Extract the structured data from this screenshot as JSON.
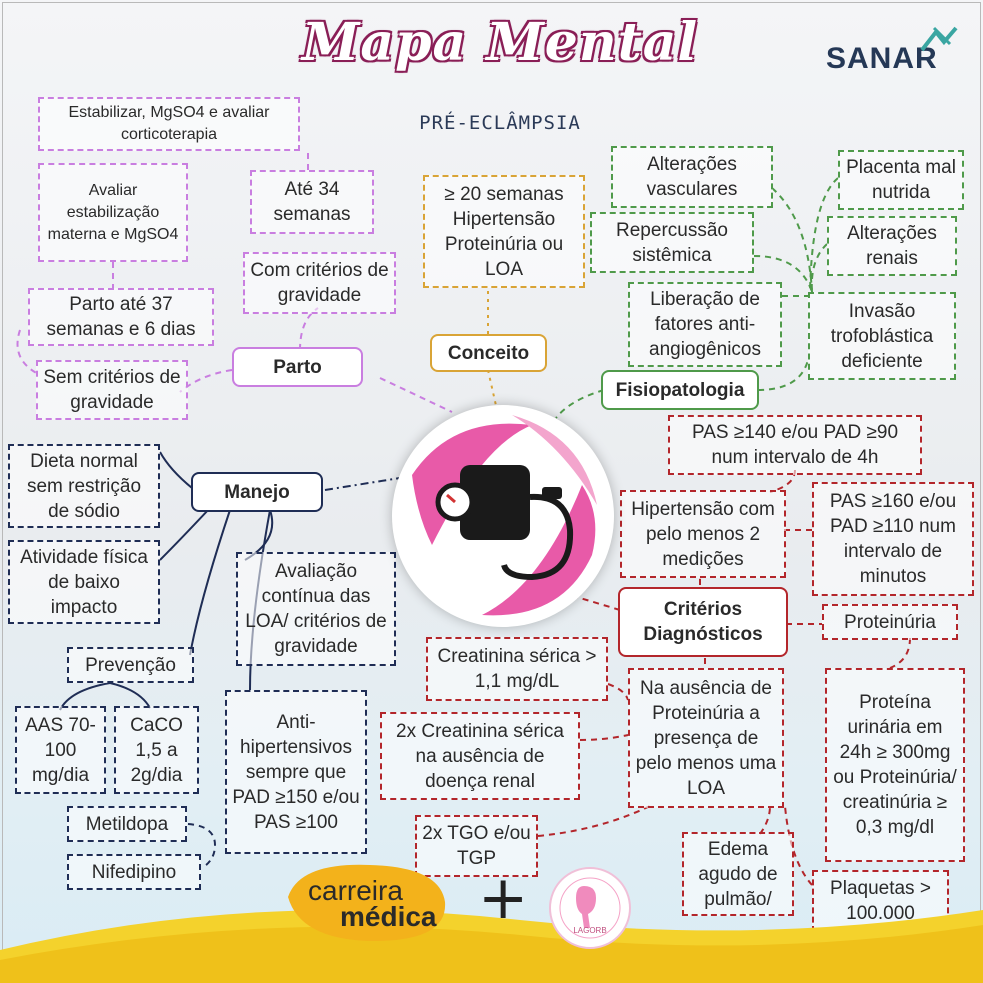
{
  "header": {
    "title": "Mapa Mental",
    "subtitle": "PRÉ-ECLÂMPSIA",
    "brand": "SANAR"
  },
  "hub": {
    "icon": "blood-pressure-monitor-icon"
  },
  "branches": {
    "parto": {
      "label": "Parto",
      "items": {
        "estabilizar": "Estabilizar, MgSO4 e avaliar corticoterapia",
        "avaliar": "Avaliar estabilização materna e MgSO4",
        "ate34": "Até 34 semanas",
        "com_criterios": "Com critérios de gravidade",
        "parto37": "Parto até 37 semanas e 6 dias",
        "sem_criterios": "Sem critérios de gravidade"
      }
    },
    "conceito": {
      "label": "Conceito",
      "items": {
        "definicao": "≥ 20 semanas Hipertensão Proteinúria ou LOA"
      }
    },
    "fisiopatologia": {
      "label": "Fisiopatologia",
      "items": {
        "vasculares": "Alterações vasculares",
        "placenta": "Placenta mal nutrida",
        "repercussao": "Repercussão sistêmica",
        "renais": "Alterações renais",
        "liberacao": "Liberação de fatores anti-angiogênicos",
        "invasao": "Invasão trofoblástica deficiente"
      }
    },
    "manejo": {
      "label": "Manejo",
      "items": {
        "dieta": "Dieta normal sem restrição de sódio",
        "atividade": "Atividade física de baixo impacto",
        "avaliacao": "Avaliação contínua das LOA/ critérios de gravidade",
        "prevencao": "Prevenção",
        "aas": "AAS 70-100 mg/dia",
        "caco": "CaCO 1,5 a 2g/dia",
        "anti": "Anti-hipertensivos sempre que PAD ≥150 e/ou PAS ≥100",
        "metildopa": "Metildopa",
        "nifedipino": "Nifedipino"
      }
    },
    "criterios": {
      "label": "Critérios Diagnósticos",
      "items": {
        "pas140": "PAS ≥140 e/ou PAD ≥90 num intervalo de 4h",
        "hipertensao": "Hipertensão com pelo menos 2 medições",
        "pas160": "PAS ≥160 e/ou PAD ≥110 num intervalo de minutos",
        "proteinuria": "Proteinúria",
        "creatinina": "Creatinina sérica > 1,1 mg/dL",
        "ausencia": "Na ausência de Proteinúria a presença de pelo menos uma LOA",
        "proteina": "Proteína urinária em 24h ≥ 300mg ou Proteinúria/ creatinúria ≥ 0,3 mg/dl",
        "creat2x": "2x Creatinina sérica na ausência de doença renal",
        "tgo": "2x TGO e/ou TGP",
        "edema": "Edema agudo de pulmão/",
        "plaquetas": "Plaquetas > 100.000"
      }
    }
  },
  "footer": {
    "logo1_line1": "carreira",
    "logo1_line2": "médica",
    "plus": "+",
    "logo2": "LAGORB"
  },
  "colors": {
    "parto": "#c97ee0",
    "conceito": "#d9a436",
    "fisiopatologia": "#4f9a4a",
    "criterios": "#b3262b",
    "manejo": "#1f2d55",
    "title_outline": "#8a1f57",
    "hub_accent": "#e85aa8"
  }
}
